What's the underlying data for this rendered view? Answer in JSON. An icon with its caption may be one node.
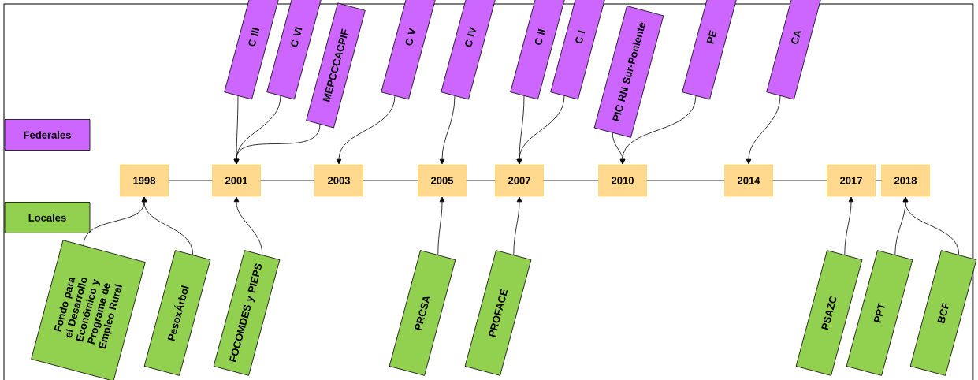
{
  "diagram": {
    "nodes": [
      {
        "text": [
          "1998"
        ]
      },
      {
        "text": [
          "2001"
        ]
      },
      {
        "text": [
          "2003"
        ]
      },
      {
        "text": [
          "2005"
        ]
      },
      {
        "text": [
          "2007"
        ]
      },
      {
        "text": [
          "2010"
        ]
      },
      {
        "text": [
          "2014"
        ]
      },
      {
        "text": [
          "2017"
        ]
      },
      {
        "text": [
          "2018"
        ]
      },
      {
        "text": [
          "C III"
        ]
      },
      {
        "text": [
          "C VI"
        ]
      },
      {
        "text": [
          "MEPCCCACPIF"
        ]
      },
      {
        "text": [
          "C V"
        ]
      },
      {
        "text": [
          "C IV"
        ]
      },
      {
        "text": [
          "C II"
        ]
      },
      {
        "text": [
          "C I"
        ]
      },
      {
        "text": [
          "PIC RN Sur-Poniente"
        ]
      },
      {
        "text": [
          "PE"
        ]
      },
      {
        "text": [
          "CA"
        ]
      },
      {
        "text": [
          "Fondo para el Desarrollo Económico y Programa de Empleo Rural"
        ]
      },
      {
        "text": [
          "PesoxÁrbol"
        ]
      },
      {
        "text": [
          "FOCOMDES y PIEPS"
        ]
      },
      {
        "text": [
          "PRCSA"
        ]
      },
      {
        "text": [
          "PROFACE"
        ]
      },
      {
        "text": [
          "PSAZC"
        ]
      },
      {
        "text": [
          "PPT"
        ]
      },
      {
        "text": [
          "BCF"
        ]
      }
    ],
    "edges": [
      {
        "from": 0,
        "to": 1,
        "arrow": "none"
      },
      {
        "from": 1,
        "to": 2,
        "arrow": "none"
      },
      {
        "from": 2,
        "to": 3,
        "arrow": "none"
      },
      {
        "from": 3,
        "to": 4,
        "arrow": "none"
      },
      {
        "from": 4,
        "to": 5,
        "arrow": "none"
      },
      {
        "from": 5,
        "to": 6,
        "arrow": "none"
      },
      {
        "from": 6,
        "to": 7,
        "arrow": "none"
      },
      {
        "from": 7,
        "to": 8,
        "arrow": "none"
      },
      {
        "from": 9,
        "to": 1,
        "arrow": "to"
      },
      {
        "from": 10,
        "to": 1,
        "arrow": "to"
      },
      {
        "from": 11,
        "to": 1,
        "arrow": "to"
      },
      {
        "from": 12,
        "to": 2,
        "arrow": "to"
      },
      {
        "from": 13,
        "to": 3,
        "arrow": "to"
      },
      {
        "from": 14,
        "to": 4,
        "arrow": "to"
      },
      {
        "from": 15,
        "to": 4,
        "arrow": "to"
      },
      {
        "from": 16,
        "to": 5,
        "arrow": "to"
      },
      {
        "from": 17,
        "to": 5,
        "arrow": "to"
      },
      {
        "from": 18,
        "to": 6,
        "arrow": "to"
      },
      {
        "from": 19,
        "to": 0,
        "arrow": "to"
      },
      {
        "from": 20,
        "to": 0,
        "arrow": "to"
      },
      {
        "from": 21,
        "to": 1,
        "arrow": "to"
      },
      {
        "from": 22,
        "to": 3,
        "arrow": "to"
      },
      {
        "from": 23,
        "to": 4,
        "arrow": "to"
      },
      {
        "from": 24,
        "to": 7,
        "arrow": "to"
      },
      {
        "from": 25,
        "to": 8,
        "arrow": "to"
      },
      {
        "from": 26,
        "to": 8,
        "arrow": "to"
      }
    ],
    "legend": [
      {
        "text": "Federales",
        "color": "#cc66ff"
      },
      {
        "text": "Locales",
        "color": "#92d050"
      }
    ]
  }
}
